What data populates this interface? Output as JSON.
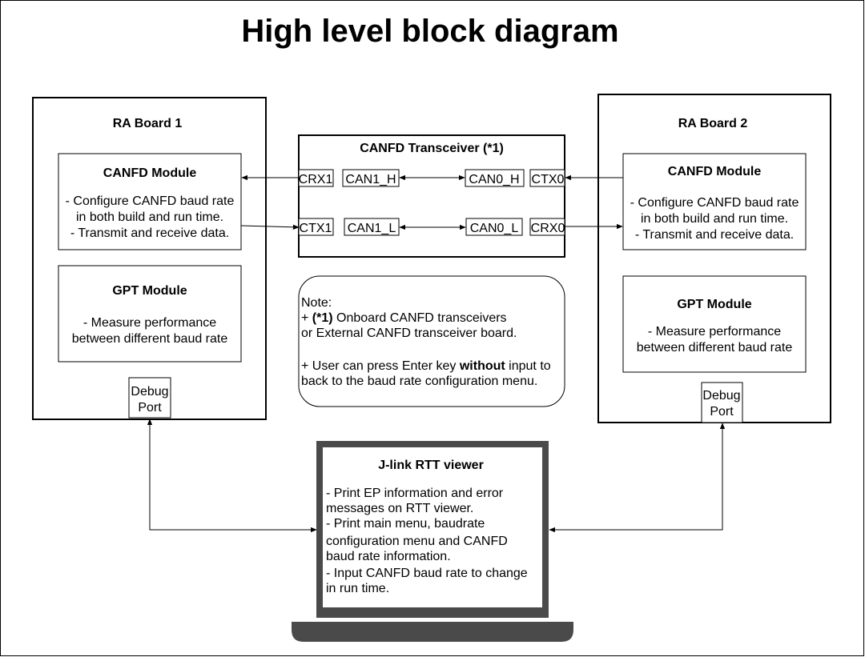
{
  "title": "High level block diagram",
  "board1": {
    "title": "RA Board 1",
    "canfd_module": {
      "title": "CANFD Module",
      "lines": [
        "- Configure CANFD baud rate",
        "in both build and run time.",
        "- Transmit and receive data."
      ]
    },
    "gpt_module": {
      "title": "GPT Module",
      "lines": [
        "- Measure performance",
        "between different baud rate"
      ]
    },
    "debug_port": [
      "Debug",
      "Port"
    ]
  },
  "board2": {
    "title": "RA Board 2",
    "canfd_module": {
      "title": "CANFD Module",
      "lines": [
        "- Configure CANFD baud rate",
        "in both build and run time.",
        "- Transmit and receive data."
      ]
    },
    "gpt_module": {
      "title": "GPT Module",
      "lines": [
        "- Measure performance",
        "between different baud rate"
      ]
    },
    "debug_port": [
      "Debug",
      "Port"
    ]
  },
  "transceiver": {
    "title": "CANFD Transceiver (*1)",
    "pins": {
      "crx1": "CRX1",
      "ctx1": "CTX1",
      "can1_h": "CAN1_H",
      "can1_l": "CAN1_L",
      "can0_h": "CAN0_H",
      "can0_l": "CAN0_L",
      "ctx0": "CTX0",
      "crx0": "CRX0"
    }
  },
  "note": {
    "label": "Note:",
    "line1_prefix": "+ ",
    "line1_bold": "(*1)",
    "line1_rest": " Onboard CANFD transceivers",
    "line2": "or External CANFD transceiver board.",
    "line3_prefix": "+ User can press Enter key ",
    "line3_bold": "without",
    "line3_rest": " input to",
    "line4": "back to the baud rate configuration menu."
  },
  "rtt_viewer": {
    "title": "J-link RTT viewer",
    "lines": [
      "- Print EP information and error",
      "messages on RTT viewer.",
      "- Print main menu, baudrate",
      "configuration menu and CANFD",
      "baud rate information.",
      "- Input CANFD baud rate to change",
      "in run time."
    ]
  }
}
